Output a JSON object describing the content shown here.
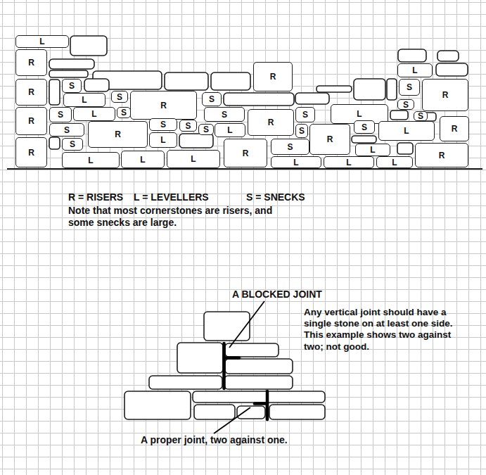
{
  "diagram": {
    "nodes": [
      {
        "text": [
          "L"
        ]
      },
      {
        "text": [
          "R"
        ]
      },
      {
        "text": [
          "R"
        ]
      },
      {
        "text": [
          "L"
        ]
      },
      {
        "text": [
          "R"
        ]
      },
      {
        "text": [
          "S"
        ]
      },
      {
        "text": [
          "L"
        ]
      },
      {
        "text": [
          "S"
        ]
      },
      {
        "text": [
          "R"
        ]
      },
      {
        "text": [
          "S"
        ]
      },
      {
        "text": [
          "S"
        ]
      },
      {
        "text": [
          "R"
        ]
      },
      {
        "text": [
          "S"
        ]
      },
      {
        "text": [
          "L"
        ]
      },
      {
        "text": [
          "S"
        ]
      },
      {
        "text": [
          "S"
        ]
      },
      {
        "text": [
          "S"
        ]
      },
      {
        "text": [
          "L"
        ]
      },
      {
        "text": [
          "S"
        ]
      },
      {
        "text": [
          "S"
        ]
      },
      {
        "text": [
          "R"
        ]
      },
      {
        "text": [
          "S"
        ]
      },
      {
        "text": [
          "R"
        ]
      },
      {
        "text": [
          "S"
        ]
      },
      {
        "text": [
          "S"
        ]
      },
      {
        "text": [
          "S"
        ]
      },
      {
        "text": [
          "L"
        ]
      },
      {
        "text": [
          "L"
        ]
      },
      {
        "text": [
          "R"
        ]
      },
      {
        "text": [
          "S"
        ]
      },
      {
        "text": [
          "R"
        ]
      },
      {
        "text": [
          "S"
        ]
      },
      {
        "text": [
          "L"
        ]
      },
      {
        "text": [
          "R"
        ]
      },
      {
        "text": [
          "S"
        ]
      },
      {
        "text": [
          "R"
        ]
      },
      {
        "text": [
          "L"
        ]
      },
      {
        "text": [
          "L"
        ]
      },
      {
        "text": [
          "L"
        ]
      },
      {
        "text": [
          "R"
        ]
      },
      {
        "text": [
          "S"
        ]
      },
      {
        "text": [
          "L"
        ]
      },
      {
        "text": [
          "L"
        ]
      },
      {
        "text": [
          "L"
        ]
      },
      {
        "text": [
          "L"
        ]
      },
      {
        "text": [
          "R"
        ]
      }
    ],
    "labels": [
      "R = RISERS",
      "L = LEVELLERS",
      "S = SNECKS",
      "Note that most cornerstones are risers, and some snecks are large.",
      "A BLOCKED JOINT",
      "Any vertical joint should have a single stone on at least one side. This example shows two against two; not good.",
      "A proper joint, two against one."
    ]
  }
}
